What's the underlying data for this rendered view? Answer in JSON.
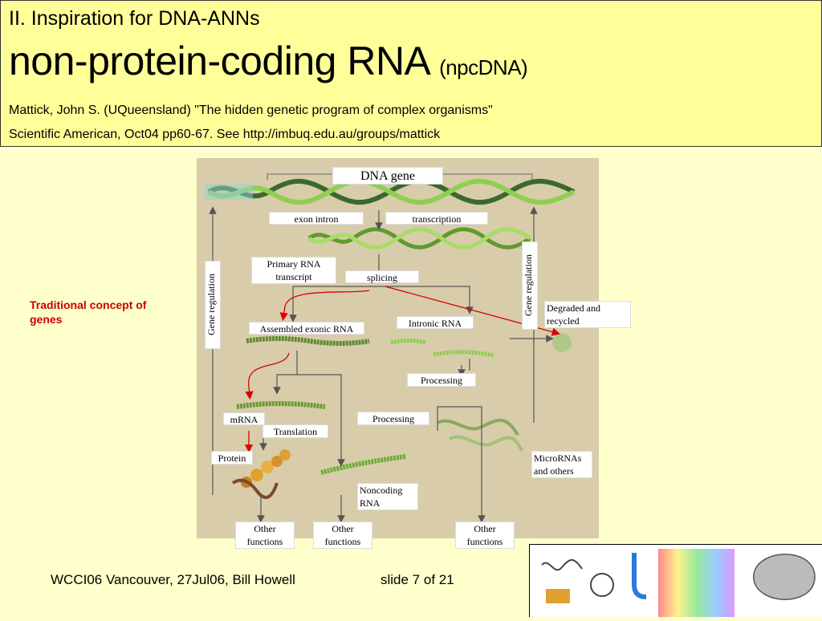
{
  "slide": {
    "title_line1": "II. Inspiration for DNA-ANNs",
    "title_line2_main": "non-protein-coding RNA",
    "title_line2_sub": "(npcDNA)",
    "reference_line1": "Mattick, John S. (UQueensland) \"The hidden genetic program of complex organisms\"",
    "reference_line2": "Scientific American, Oct04 pp60-67.  See  http://imbuq.edu.au/groups/mattick",
    "side_note": "Traditional concept of genes",
    "footer_left": "WCCI06 Vancouver, 27Jul06, Bill Howell",
    "footer_right": "slide 7 of 21"
  },
  "diagram": {
    "dna_gene": "DNA gene",
    "exon_intron": "exon      intron",
    "transcription": "transcription",
    "primary_rna": "Primary RNA transcript",
    "splicing": "splicing",
    "gene_regulation_left": "Gene regulation",
    "gene_regulation_right": "Gene regulation",
    "degraded": "Degraded and recycled",
    "assembled_exonic": "Assembled exonic RNA",
    "intronic_rna": "Intronic RNA",
    "processing1": "Processing",
    "processing2": "Processing",
    "mrna": "mRNA",
    "translation": "Translation",
    "protein": "Protein",
    "micrornas": "MicroRNAs and others",
    "noncoding": "Noncoding RNA",
    "other1": "Other functions",
    "other2": "Other functions",
    "other3": "Other functions"
  },
  "colors": {
    "header_bg": "#ffff99",
    "page_bg": "#ffffcc",
    "accent_red": "#cc0000",
    "figure_bg": "#d8ccaa",
    "rna_green": "#7ab53a"
  }
}
